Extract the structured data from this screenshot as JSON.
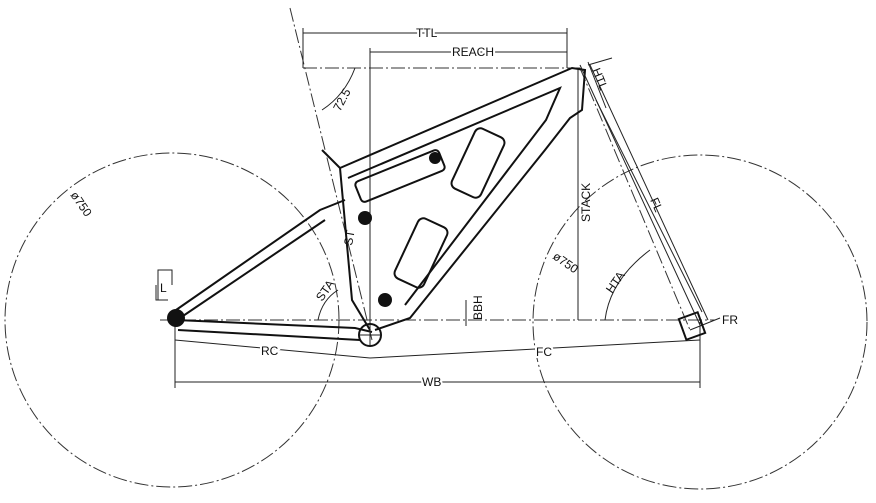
{
  "diagram": {
    "title_labels": {
      "ttl": "TTL",
      "reach": "REACH",
      "seat_angle": "72.5",
      "htl": "HTL",
      "stack": "STACK",
      "fl": "FL",
      "rear_wheel_diameter": "ø750",
      "front_wheel_diameter": "ø750",
      "hta": "HTA",
      "fr": "FR",
      "bbh": "BBH",
      "sta": "STA",
      "st": "ST",
      "rc": "RC",
      "fc": "FC",
      "wb": "WB",
      "l": "L"
    },
    "colors": {
      "line": "#111111",
      "background": "#ffffff"
    }
  }
}
